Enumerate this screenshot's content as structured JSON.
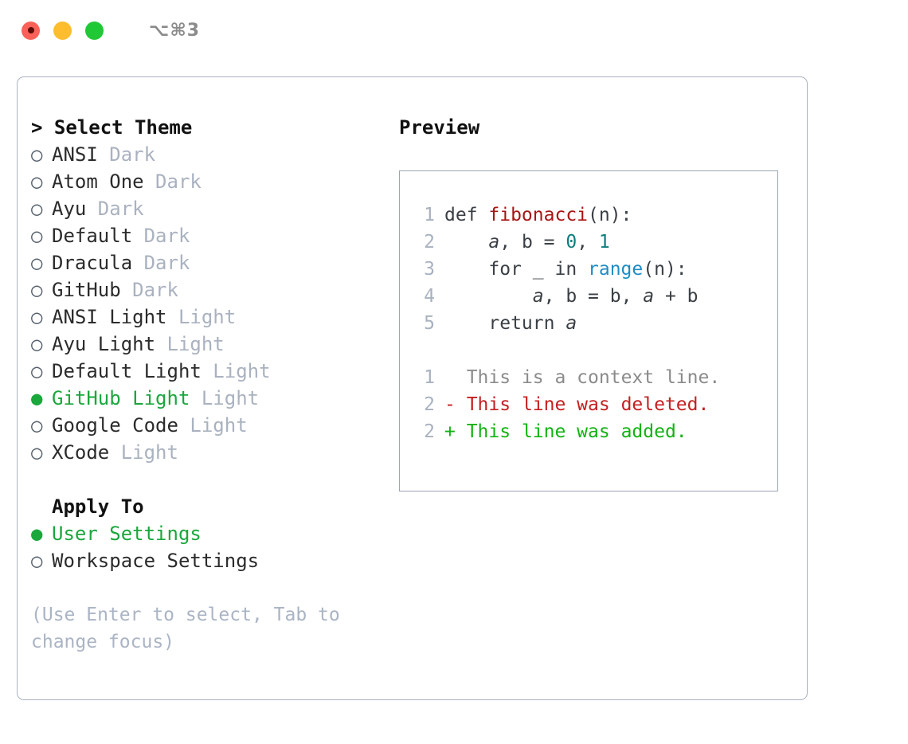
{
  "titlebar": {
    "shortcut": "⌥⌘3",
    "lights": [
      {
        "name": "close",
        "color": "#fb6158"
      },
      {
        "name": "minimize",
        "color": "#febd2e"
      },
      {
        "name": "maximize",
        "color": "#21c836"
      }
    ]
  },
  "theme_section": {
    "marker": ">",
    "title": "Select Theme",
    "items": [
      {
        "bullet": "○",
        "selected": false,
        "label": "ANSI",
        "category": " Dark"
      },
      {
        "bullet": "○",
        "selected": false,
        "label": "Atom One",
        "category": " Dark"
      },
      {
        "bullet": "○",
        "selected": false,
        "label": "Ayu",
        "category": " Dark"
      },
      {
        "bullet": "○",
        "selected": false,
        "label": "Default",
        "category": " Dark"
      },
      {
        "bullet": "○",
        "selected": false,
        "label": "Dracula",
        "category": " Dark"
      },
      {
        "bullet": "○",
        "selected": false,
        "label": "GitHub",
        "category": " Dark"
      },
      {
        "bullet": "○",
        "selected": false,
        "label": "ANSI Light",
        "category": " Light"
      },
      {
        "bullet": "○",
        "selected": false,
        "label": "Ayu Light",
        "category": " Light"
      },
      {
        "bullet": "○",
        "selected": false,
        "label": "Default Light",
        "category": " Light"
      },
      {
        "bullet": "●",
        "selected": true,
        "label": "GitHub Light",
        "category": " Light"
      },
      {
        "bullet": "○",
        "selected": false,
        "label": "Google Code",
        "category": " Light"
      },
      {
        "bullet": "○",
        "selected": false,
        "label": "XCode",
        "category": " Light"
      }
    ]
  },
  "apply_section": {
    "title": "Apply To",
    "items": [
      {
        "bullet": "●",
        "selected": true,
        "label": "User Settings"
      },
      {
        "bullet": "○",
        "selected": false,
        "label": "Workspace Settings"
      }
    ]
  },
  "hint": {
    "line1": "(Use Enter to select, Tab to",
    "line2": "change focus)"
  },
  "preview": {
    "title": "Preview",
    "code_lines": [
      {
        "num": "1",
        "tokens": [
          {
            "t": "def ",
            "c": "tok-def"
          },
          {
            "t": "fibonacci",
            "c": "tok-fn"
          },
          {
            "t": "(n):",
            "c": "tok-punct"
          }
        ]
      },
      {
        "num": "2",
        "tokens": [
          {
            "t": "    ",
            "c": "tok-punct"
          },
          {
            "t": "a",
            "c": "tok-var"
          },
          {
            "t": ", ",
            "c": "tok-punct"
          },
          {
            "t": "b",
            "c": "tok-punct"
          },
          {
            "t": " = ",
            "c": "tok-punct"
          },
          {
            "t": "0",
            "c": "tok-num"
          },
          {
            "t": ", ",
            "c": "tok-punct"
          },
          {
            "t": "1",
            "c": "tok-num"
          }
        ]
      },
      {
        "num": "3",
        "tokens": [
          {
            "t": "    for _ in ",
            "c": "tok-punct"
          },
          {
            "t": "range",
            "c": "tok-kw"
          },
          {
            "t": "(n):",
            "c": "tok-punct"
          }
        ]
      },
      {
        "num": "4",
        "tokens": [
          {
            "t": "        ",
            "c": "tok-punct"
          },
          {
            "t": "a",
            "c": "tok-var"
          },
          {
            "t": ", b = b, ",
            "c": "tok-punct"
          },
          {
            "t": "a",
            "c": "tok-var"
          },
          {
            "t": " + b",
            "c": "tok-punct"
          }
        ]
      },
      {
        "num": "5",
        "tokens": [
          {
            "t": "    return ",
            "c": "tok-punct"
          },
          {
            "t": "a",
            "c": "tok-var"
          }
        ]
      }
    ],
    "diff_lines": [
      {
        "num": "1",
        "sign": "  ",
        "text": "This is a context line.",
        "kind": "diff-ctx"
      },
      {
        "num": "2",
        "sign": "- ",
        "text": "This line was deleted.",
        "kind": "diff-del"
      },
      {
        "num": "2",
        "sign": "+ ",
        "text": "This line was added.",
        "kind": "diff-add"
      }
    ]
  },
  "colors": {
    "accent_green": "#1aa73c",
    "muted": "#aab2c0",
    "border": "#aab2c0",
    "diff_add": "#12b312",
    "diff_del": "#c42020",
    "fn_red": "#a81414",
    "num_teal": "#0d7d7d",
    "kw_blue": "#1f8cc4"
  }
}
